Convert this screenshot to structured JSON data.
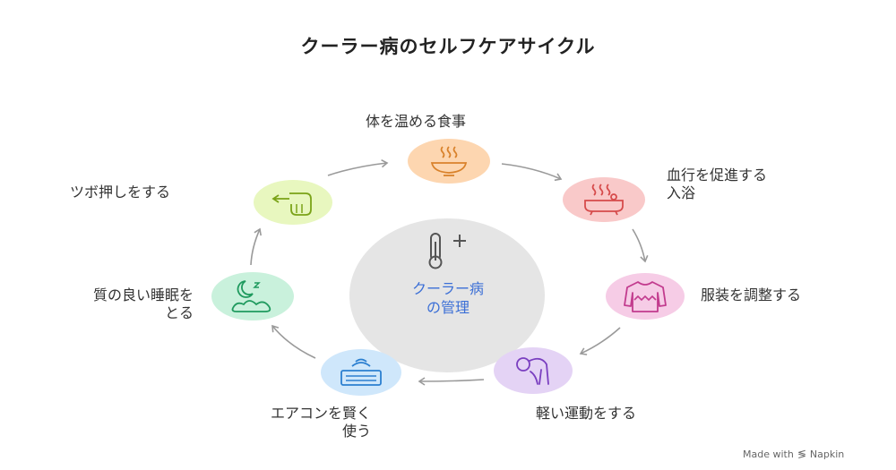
{
  "title": "クーラー病のセルフケアサイクル",
  "center": {
    "line1": "クーラー病",
    "line2": "の管理",
    "icon": "thermometer-plus-icon"
  },
  "steps": [
    {
      "id": "warm-food",
      "line1": "体を温める食事",
      "line2": "",
      "icon": "steaming-bowl-icon",
      "color": "#fdd6b0"
    },
    {
      "id": "bath",
      "line1": "血行を促進する",
      "line2": "入浴",
      "icon": "bathtub-icon",
      "color": "#f9c9c9"
    },
    {
      "id": "clothing",
      "line1": "服装を調整する",
      "line2": "",
      "icon": "sweater-icon",
      "color": "#f6cce6"
    },
    {
      "id": "exercise",
      "line1": "軽い運動をする",
      "line2": "",
      "icon": "stretching-person-icon",
      "color": "#e4d3f5"
    },
    {
      "id": "aircon",
      "line1": "エアコンを賢く",
      "line2": "使う",
      "icon": "air-conditioner-icon",
      "color": "#cfe7fb"
    },
    {
      "id": "sleep",
      "line1": "質の良い睡眠を",
      "line2": "とる",
      "icon": "moon-sleep-icon",
      "color": "#c9f1dc"
    },
    {
      "id": "acupressure",
      "line1": "ツボ押しをする",
      "line2": "",
      "icon": "pressing-hand-icon",
      "color": "#e8f7bf"
    }
  ],
  "footer": {
    "made_with": "Made with",
    "brand": "Napkin"
  }
}
